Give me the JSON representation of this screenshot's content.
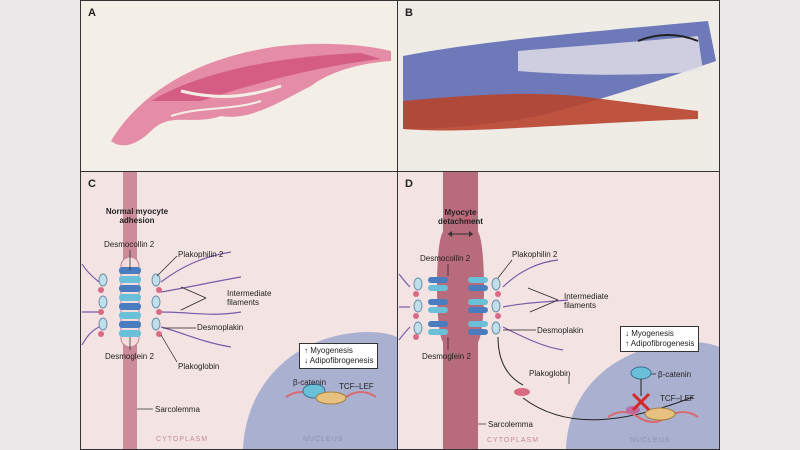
{
  "panels": {
    "a": {
      "label": "A"
    },
    "b": {
      "label": "B"
    },
    "c": {
      "label": "C",
      "title": "Normal myocyte adhesion",
      "desmocollin": "Desmocollin 2",
      "plakophilin": "Plakophilin 2",
      "intermediate_filaments": "Intermediate filaments",
      "desmoplakin": "Desmoplakin",
      "desmoglein": "Desmoglein 2",
      "plakoglobin": "Plakoglobin",
      "sarcolemma": "Sarcolemma",
      "box_line1": "↑ Myogenesis",
      "box_line2": "↓ Adipofibrogenesis",
      "beta_catenin": "β-catenin",
      "tcf_lef": "TCF–LEF",
      "cytoplasm": "CYTOPLASM",
      "nucleus": "NUCLEUS"
    },
    "d": {
      "label": "D",
      "title": "Myocyte detachment",
      "desmocollin": "Desmocollin 2",
      "plakophilin": "Plakophilin 2",
      "intermediate_filaments": "Intermediate filaments",
      "desmoplakin": "Desmoplakin",
      "desmoglein": "Desmoglein 2",
      "plakoglobin": "Plakoglobin",
      "sarcolemma": "Sarcolemma",
      "box_line1": "↓ Myogenesis",
      "box_line2": "↑ Adipofibrogenesis",
      "beta_catenin": "β-catenin",
      "tcf_lef": "TCF–LEF",
      "cytoplasm": "CYTOPLASM",
      "nucleus": "NUCLEUS"
    }
  },
  "colors": {
    "he_stain": "#d9557f",
    "trichrome_blue": "#4a5aa8",
    "trichrome_red": "#b8442e",
    "membrane": "#b86b7a",
    "nucleus": "#aab0d0"
  }
}
